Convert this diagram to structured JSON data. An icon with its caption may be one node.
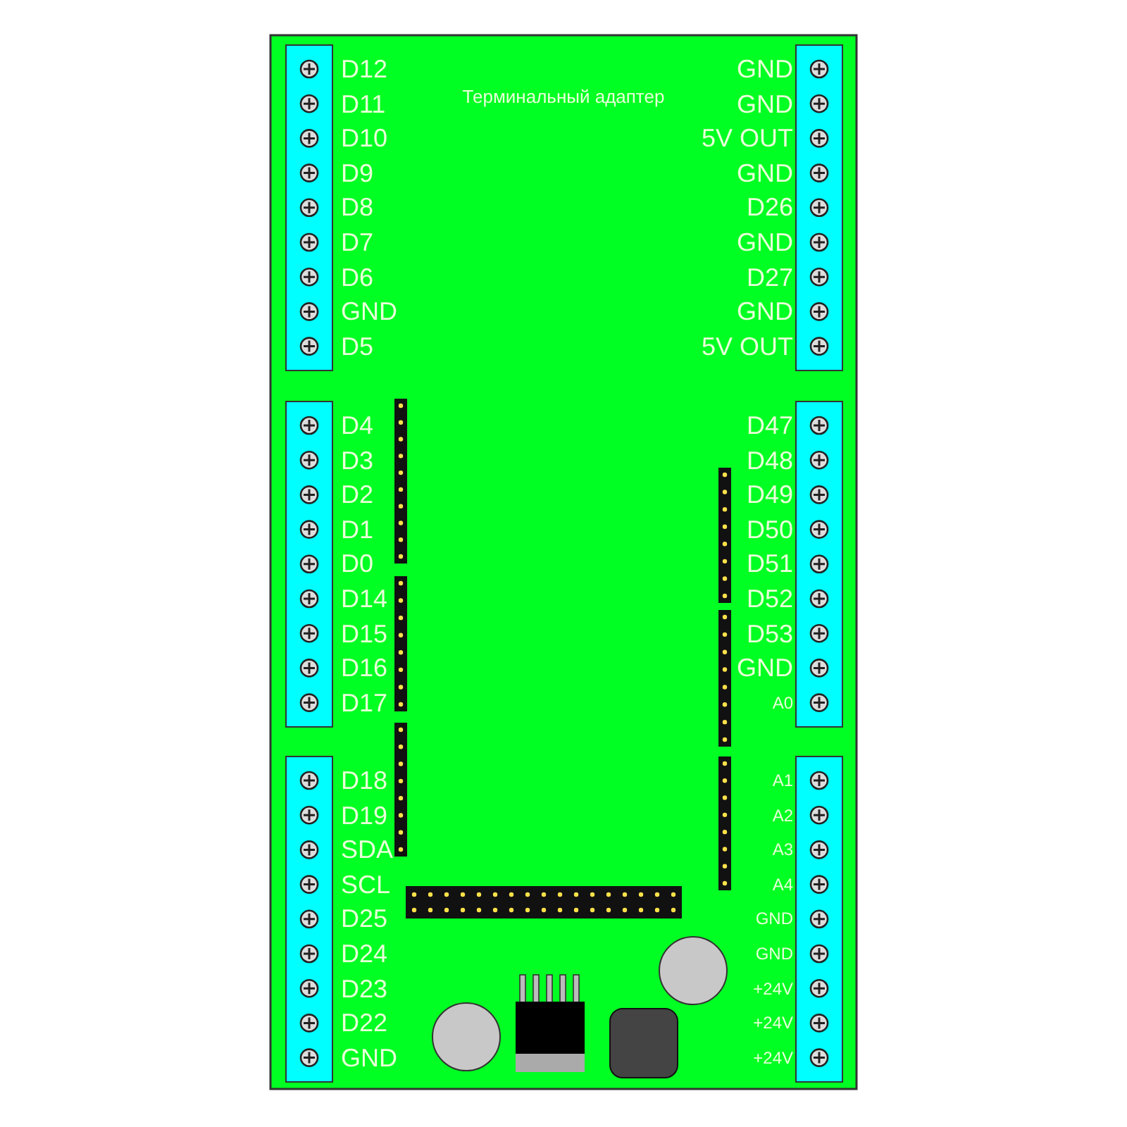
{
  "diagram": {
    "labels": [
      "Терминальный адаптер",
      "D12",
      "D11",
      "D10",
      "D9",
      "D8",
      "D7",
      "D6",
      "GND",
      "D5",
      "GND",
      "GND",
      "5V OUT",
      "GND",
      "D26",
      "GND",
      "D27",
      "GND",
      "5V OUT",
      "D4",
      "D3",
      "D2",
      "D1",
      "D0",
      "D14",
      "D15",
      "D16",
      "D17",
      "D47",
      "D48",
      "D49",
      "D50",
      "D51",
      "D52",
      "D53",
      "GND",
      "A0",
      "D18",
      "D19",
      "SDA",
      "SCL",
      "D25",
      "D24",
      "D23",
      "D22",
      "GND",
      "A1",
      "A2",
      "A3",
      "A4",
      "GND",
      "GND",
      "+24V",
      "+24V",
      "+24V"
    ]
  }
}
